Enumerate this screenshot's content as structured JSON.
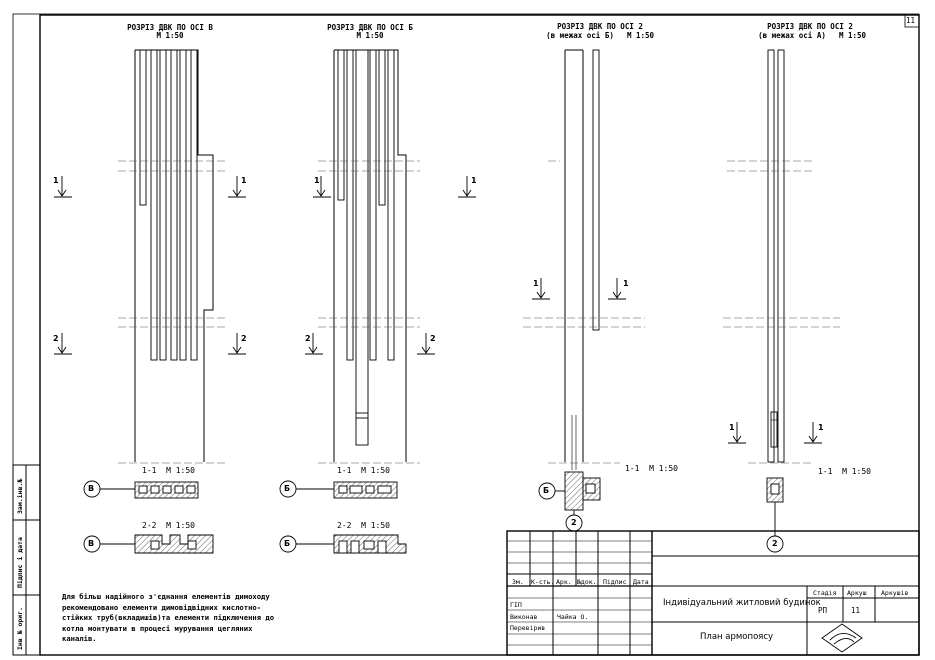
{
  "sheet_number": "11",
  "sections": [
    {
      "title": "РОЗРІЗ ДВК ПО ОСІ В",
      "scale": "М 1:50"
    },
    {
      "title": "РОЗРІЗ ДВК ПО ОСІ Б",
      "scale": "М 1:50"
    },
    {
      "title": "РОЗРІЗ ДВК ПО ОСІ 2",
      "subtitle": "(в межах осі Б)",
      "scale": "М 1:50"
    },
    {
      "title": "РОЗРІЗ ДВК ПО ОСІ 2",
      "subtitle": "(в межах осі А)",
      "scale": "М 1:50"
    }
  ],
  "cut_labels": {
    "one": "1",
    "two": "2"
  },
  "plan_labels": {
    "section_1": "1-1",
    "section_2": "2-2",
    "scale": "М 1:50"
  },
  "axis_labels": {
    "v": "В",
    "b": "Б",
    "two": "2"
  },
  "note": "Для більш надійного з'єднання елементів димоходу рекомендовано елементи димовідвідних кислотно-стійких труб(вкладишів)та елементи підключення до котла монтувати в процесі мурування цегляних каналів.",
  "side_stamp": {
    "inv": "Інв № ориг.",
    "sign": "Підпис і дата",
    "repl": "Зам.інв.№"
  },
  "title_block": {
    "headers": [
      "Зм.",
      "К-сть.",
      "Арк.",
      "№док.",
      "Підпис",
      "Дата"
    ],
    "roles": [
      "ГІП",
      "Виконав",
      "Перевірив"
    ],
    "author": "Чайка О.",
    "project": "Індивідуальний житловий будинок",
    "drawing": "План армопоясу",
    "stage_label": "Стадія",
    "sheet_label": "Аркуш",
    "sheets_label": "Аркушів",
    "stage": "РП",
    "sheet": "11"
  }
}
